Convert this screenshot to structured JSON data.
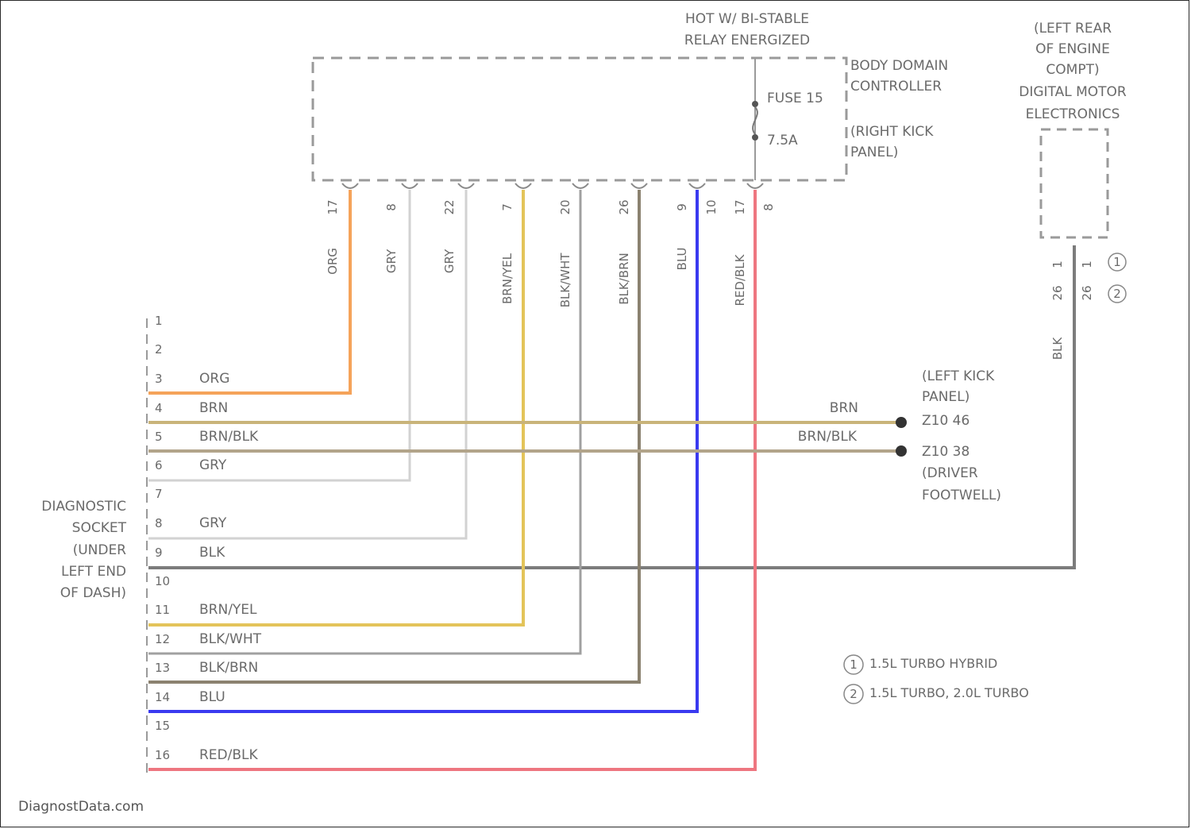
{
  "relay_label": [
    "HOT W/ BI-STABLE",
    "RELAY ENERGIZED"
  ],
  "bdc_label": [
    "BODY DOMAIN",
    "CONTROLLER"
  ],
  "kick_right_label": [
    "(RIGHT KICK",
    "PANEL)"
  ],
  "fuse_label": "FUSE 15",
  "fuse_rating": "7.5A",
  "dme_label": [
    "(LEFT REAR",
    "OF ENGINE",
    "COMPT)",
    "DIGITAL MOTOR",
    "ELECTRONICS"
  ],
  "dme_pin_top": "1",
  "dme_pin_bot": "26",
  "dme_wire": "BLK",
  "dme_variant_markers": [
    "1",
    "2"
  ],
  "bdc_pins": [
    "17",
    "8",
    "22",
    "7",
    "20",
    "26",
    "9",
    "10",
    "17",
    "8"
  ],
  "bdc_wires": [
    "ORG",
    "GRY",
    "GRY",
    "BRN/YEL",
    "BLK/WHT",
    "BLK/BRN",
    "BLU",
    "RED/BLK"
  ],
  "diag_label": [
    "DIAGNOSTIC",
    "SOCKET",
    "(UNDER",
    "LEFT END",
    "OF DASH)"
  ],
  "diag_pins": [
    "1",
    "2",
    "3",
    "4",
    "5",
    "6",
    "7",
    "8",
    "9",
    "10",
    "11",
    "12",
    "13",
    "14",
    "15",
    "16"
  ],
  "diag_wires": {
    "p3": "ORG",
    "p4": "BRN",
    "p5": "BRN/BLK",
    "p6": "GRY",
    "p8": "GRY",
    "p9": "BLK",
    "p11": "BRN/YEL",
    "p12": "BLK/WHT",
    "p13": "BLK/BRN",
    "p14": "BLU",
    "p16": "RED/BLK"
  },
  "ground_wires": [
    "BRN",
    "BRN/BLK"
  ],
  "kick_left_label": [
    "(LEFT KICK",
    "PANEL)"
  ],
  "ground_z1": "Z10 46",
  "ground_z2": "Z10 38",
  "driver_label": [
    "(DRIVER",
    "FOOTWELL)"
  ],
  "legend": [
    {
      "marker": "1",
      "text": "1.5L TURBO HYBRID"
    },
    {
      "marker": "2",
      "text": "1.5L TURBO, 2.0L TURBO"
    }
  ],
  "watermark": "DiagnostData.com",
  "colors": {
    "org": "#f5a35a",
    "brn": "#c9b47a",
    "brnblk": "#b2a48a",
    "gry": "#cfcfcf",
    "blk": "#7c7c7c",
    "brnyel": "#e3c45a",
    "blkwht": "#a0a0a0",
    "blkbrn": "#8b8270",
    "blu": "#3a3af0",
    "redblk": "#ee7680",
    "box": "#9a9a9a",
    "text": "#6a6a6a"
  }
}
